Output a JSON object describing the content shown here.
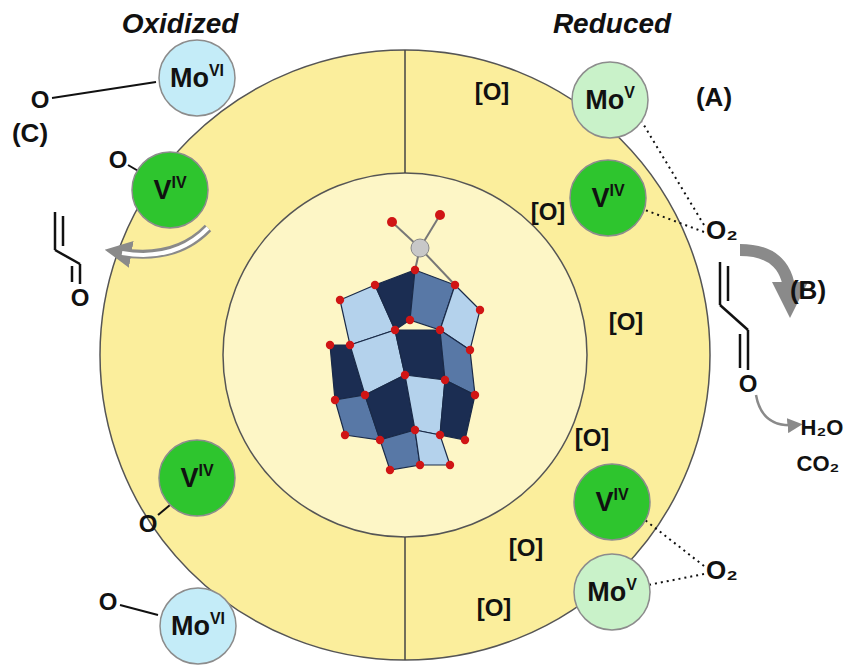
{
  "diagram": {
    "nodes": [
      {
        "text": [
          "Mo",
          "VI"
        ]
      },
      {
        "text": [
          "Mo",
          "V"
        ]
      },
      {
        "text": [
          "V",
          "IV"
        ]
      },
      {
        "text": [
          "V",
          "IV"
        ]
      },
      {
        "text": [
          "V",
          "IV"
        ]
      },
      {
        "text": [
          "V",
          "IV"
        ]
      },
      {
        "text": [
          "Mo",
          "VI"
        ]
      },
      {
        "text": [
          "Mo",
          "V"
        ]
      }
    ],
    "labels": [
      "Oxidized",
      "Reduced",
      "(A)",
      "(B)",
      "(C)",
      "[O]",
      "[O]",
      "[O]",
      "[O]",
      "[O]",
      "[O]",
      "O",
      "O",
      "O",
      "O₂",
      "O",
      "H₂O",
      "CO₂",
      "O₂",
      "O",
      "O"
    ]
  }
}
